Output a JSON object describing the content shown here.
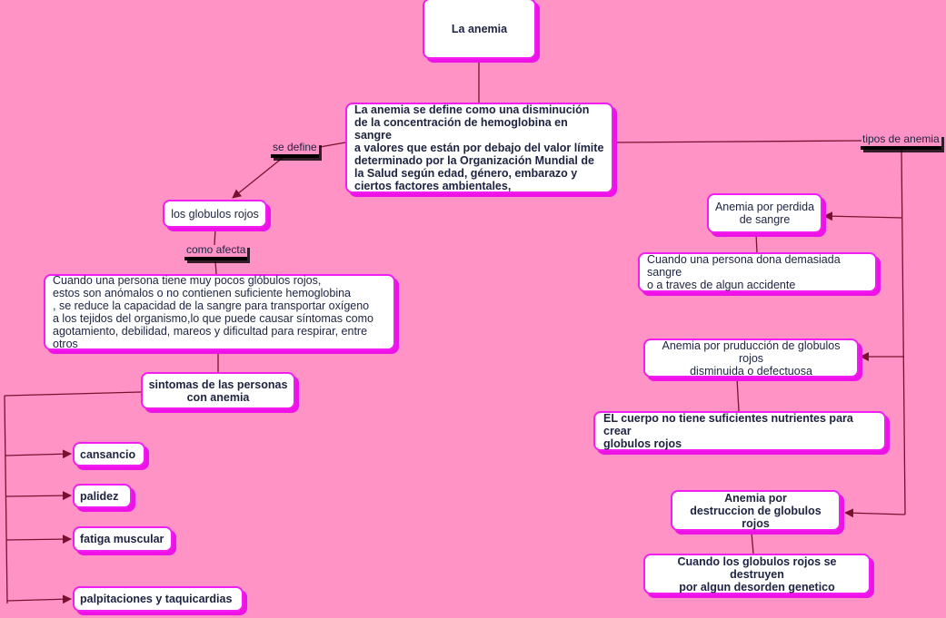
{
  "colors": {
    "background": "#ff93c5",
    "node_border": "#f01ef0",
    "link": "#7a1030"
  },
  "nodes": {
    "root": "La anemia",
    "definition": "La anemia se define como una disminución\n de la concentración de hemoglobina en sangre\na valores que están por debajo del valor límite\n determinado por la Organización Mundial de\n la Salud según edad, género, embarazo y\n ciertos factores ambientales,",
    "globulos": "los globulos rojos",
    "efecto": "Cuando una persona tiene muy pocos glóbulos rojos,\n estos son anómalos o no contienen suficiente hemoglobina\n, se reduce la capacidad de la sangre para transportar oxígeno\n a los tejidos del organismo,lo que puede causar síntomas como\n agotamiento, debilidad, mareos y dificultad para respirar, entre otros",
    "sintomas": "sintomas  de las personas\n con anemia",
    "cansancio": "cansancio",
    "palidez": "palidez",
    "fatiga": "fatiga muscular",
    "palpitaciones": "palpitaciones y taquicardias",
    "perdida": "Anemia por perdida\n de sangre",
    "perdida_desc": "Cuando una persona dona demasiada sangre\no a traves de algun accidente",
    "produccion": "Anemia por pruducción de globulos rojos\n disminuida o defectuosa",
    "produccion_desc": "EL cuerpo no tiene suficientes  nutrientes para crear\nglobulos rojos",
    "destruccion": "Anemia por\n destruccion de globulos rojos",
    "destruccion_desc": "Cuando los globulos rojos se destruyen\n por algun desorden genetico"
  },
  "links": {
    "se_define": "se define",
    "como_afecta": "como afecta",
    "tipos": "tipos de anemia"
  }
}
